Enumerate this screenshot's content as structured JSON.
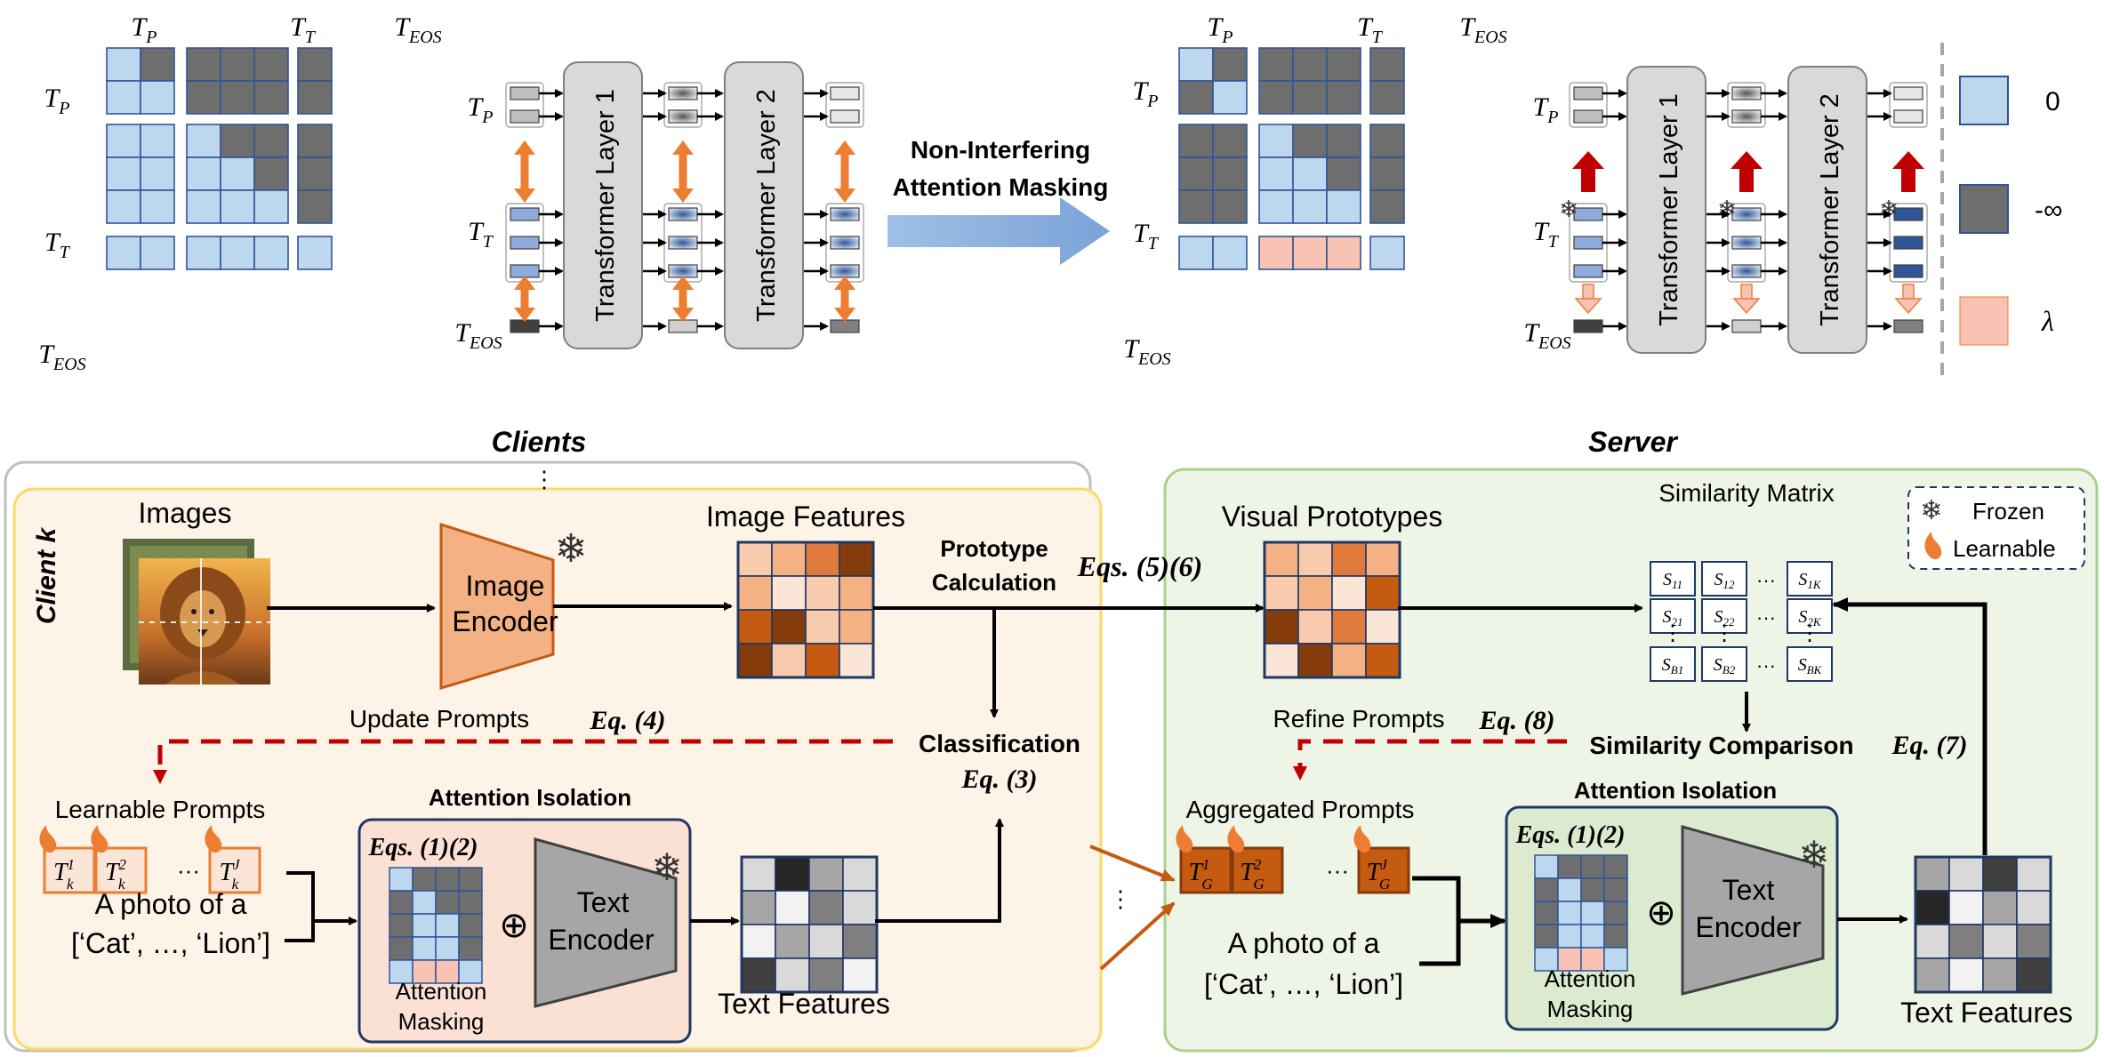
{
  "top_left": {
    "col_labels": [
      "T",
      "T",
      "T"
    ],
    "col_subs": [
      "P",
      "T",
      "EOS"
    ],
    "row_labels": [
      "T",
      "T",
      "T"
    ],
    "row_subs": [
      "P",
      "T",
      "EOS"
    ],
    "flow_labels": [
      "T",
      "T",
      "T"
    ],
    "flow_subs": [
      "P",
      "T",
      "EOS"
    ],
    "layers": [
      "Transformer Layer 1",
      "Transformer Layer 2"
    ]
  },
  "middle_arrow": {
    "line1": "Non-Interfering",
    "line2": "Attention Masking"
  },
  "top_right": {
    "col_labels": [
      "T",
      "T",
      "T"
    ],
    "col_subs": [
      "P",
      "T",
      "EOS"
    ],
    "row_labels": [
      "T",
      "T",
      "T"
    ],
    "row_subs": [
      "P",
      "T",
      "EOS"
    ],
    "flow_labels": [
      "T",
      "T",
      "T"
    ],
    "flow_subs": [
      "P",
      "T",
      "EOS"
    ],
    "layers": [
      "Transformer Layer 1",
      "Transformer Layer 2"
    ]
  },
  "mask_legend": {
    "zero": "0",
    "neg_inf": "-∞",
    "lambda": "λ"
  },
  "colors": {
    "light_blue": "#bdd7ee",
    "dark_gray": "#6e6e6e",
    "salmon": "#f8c3b4",
    "orange": "#ed7d31",
    "dark_red": "#c00000",
    "client_bg": "#fdf3e6",
    "server_bg": "#eef5e6",
    "encoder_orange": "#f4b183",
    "encoder_gray": "#a6a6a6"
  },
  "clients": {
    "title": "Clients",
    "ellipsis": "⋮",
    "client_label": "Client k",
    "images_label": "Images",
    "image_encoder": [
      "Image",
      "Encoder"
    ],
    "image_features": "Image Features",
    "prototype_calc": [
      "Prototype",
      "Calculation"
    ],
    "update_prompts": "Update Prompts",
    "eq4": "Eq. (4)",
    "classification": "Classification",
    "eq3": "Eq. (3)",
    "learnable_prompts": "Learnable Prompts",
    "prompt_tokens": [
      "T",
      "T",
      "T"
    ],
    "prompt_sups": [
      "1",
      "2",
      "J"
    ],
    "prompt_subs": [
      "k",
      "k",
      "k"
    ],
    "dots": "···",
    "attention_isolation": "Attention Isolation",
    "eqs12": "Eqs. (1)(2)",
    "text_encoder": [
      "Text",
      "Encoder"
    ],
    "attention_masking": [
      "Attention",
      "Masking"
    ],
    "photo_text": [
      "A photo of a",
      "[‘Cat’, …, ‘Lion’]"
    ],
    "text_features": "Text Features"
  },
  "server": {
    "title": "Server",
    "eqs56": "Eqs. (5)(6)",
    "visual_prototypes": "Visual Prototypes",
    "similarity_matrix": "Similarity Matrix",
    "sim_cells": [
      [
        "S",
        "11"
      ],
      [
        "S",
        "12"
      ],
      [
        "S",
        "1K"
      ],
      [
        "S",
        "21"
      ],
      [
        "S",
        "22"
      ],
      [
        "S",
        "2K"
      ],
      [
        "S",
        "B1"
      ],
      [
        "S",
        "B2"
      ],
      [
        "S",
        "BK"
      ]
    ],
    "refine_prompts": "Refine Prompts",
    "eq8": "Eq. (8)",
    "similarity_comparison": "Similarity Comparison",
    "eq7": "Eq. (7)",
    "aggregated_prompts": "Aggregated Prompts",
    "prompt_tokens": [
      "T",
      "T",
      "T"
    ],
    "prompt_sups": [
      "1",
      "2",
      "J"
    ],
    "prompt_subs": [
      "G",
      "G",
      "G"
    ],
    "dots": "···",
    "attention_isolation": "Attention Isolation",
    "eqs12": "Eqs. (1)(2)",
    "text_encoder": [
      "Text",
      "Encoder"
    ],
    "attention_masking": [
      "Attention",
      "Masking"
    ],
    "photo_text": [
      "A photo of a",
      "[‘Cat’, …, ‘Lion’]"
    ],
    "text_features": "Text Features",
    "legend_frozen": "Frozen",
    "legend_learnable": "Learnable"
  }
}
